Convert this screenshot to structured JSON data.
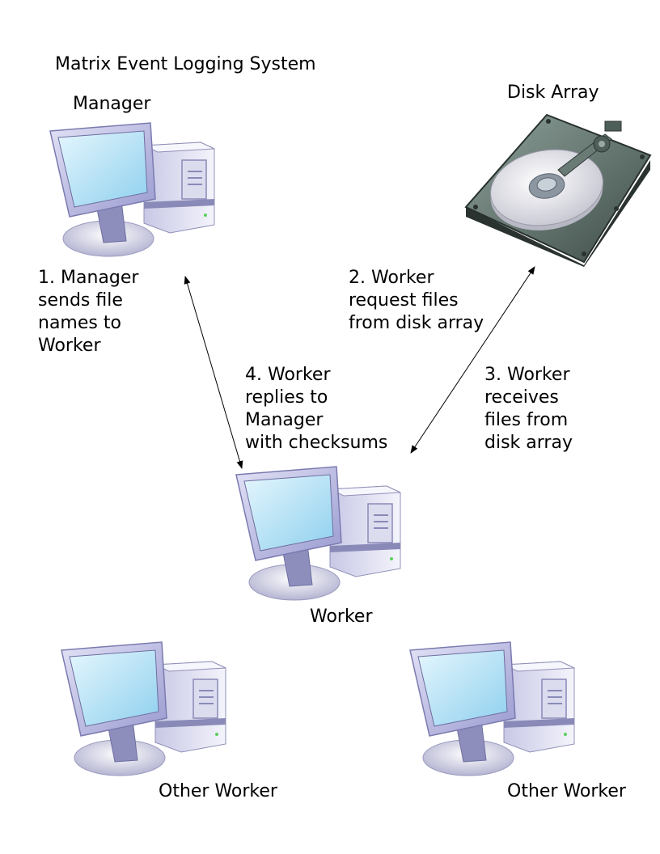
{
  "title": "Matrix Event Logging System",
  "nodes": {
    "manager": {
      "label": "Manager"
    },
    "disk_array": {
      "label": "Disk Array"
    },
    "worker": {
      "label": "Worker"
    },
    "other_worker_left": {
      "label": "Other Worker"
    },
    "other_worker_right": {
      "label": "Other Worker"
    }
  },
  "steps": {
    "step1": [
      "1. Manager",
      "sends file",
      "names to",
      "Worker"
    ],
    "step2": [
      "2. Worker",
      "request files",
      "from disk array"
    ],
    "step3": [
      "3. Worker",
      "receives",
      "files from",
      "disk array"
    ],
    "step4": [
      "4. Worker",
      "replies to",
      "Manager",
      "with checksums"
    ]
  },
  "colors": {
    "monitor_frame": "#b9b9e0",
    "screen": "#a8dcf4",
    "tower": "#e4e4f4",
    "disk_case": "#5c6e68",
    "platter": "#f0f0f4"
  },
  "icons": {
    "computer": "desktop-computer-icon",
    "disk": "hard-disk-icon"
  }
}
